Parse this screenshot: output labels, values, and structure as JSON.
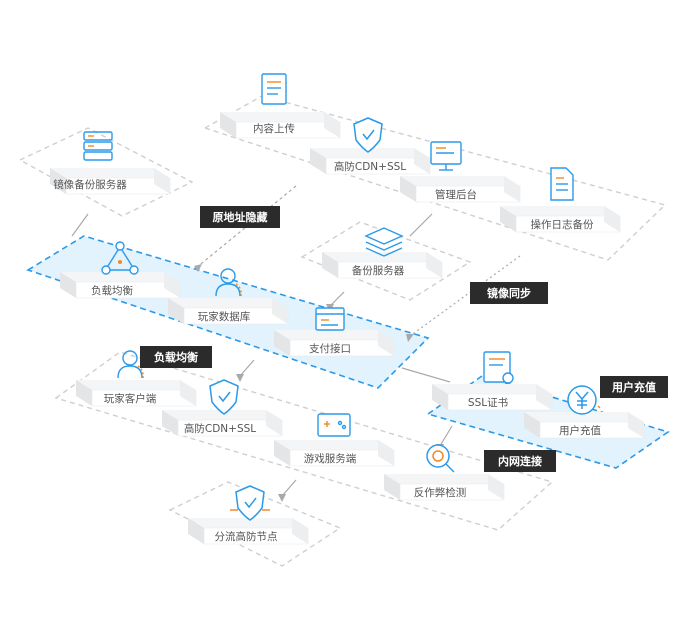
{
  "nodes": {
    "mirror_backup_server": "镜像备份服务器",
    "content_upload": "内容上传",
    "ddos_cdn_ssl_top": "高防CDN+SSL",
    "admin_backend": "管理后台",
    "op_log_backup": "操作日志备份",
    "backup_server": "备份服务器",
    "load_balance": "负载均衡",
    "player_database": "玩家数据库",
    "payment_api": "支付接口",
    "player_client": "玩家客户端",
    "ddos_cdn_ssl_mid": "高防CDN+SSL",
    "game_server": "游戏服务端",
    "anti_cheat": "反作弊检测",
    "split_ddos_node": "分流高防节点",
    "ssl_cert": "SSL证书",
    "user_recharge": "用户充值"
  },
  "tags": {
    "origin_hidden": "原地址隐藏",
    "mirror_sync": "镜像同步",
    "load_balance": "负载均衡",
    "intranet": "内网连接",
    "recharge": "用户充值"
  },
  "colors": {
    "accent": "#2b9ae8",
    "highlight_fill": "#e3f3fd",
    "tag_bg": "#2b2b2b",
    "dashed_gray": "#cccccc"
  }
}
